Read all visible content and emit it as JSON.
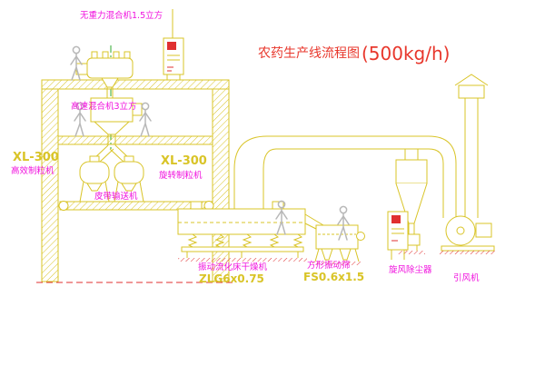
{
  "title": {
    "text": "农药生产线流程图",
    "capacity": "(500kg/h)"
  },
  "equipment_labels": {
    "roof_mixer": "无重力混合机1.5立方",
    "floor_mixer": "高速混合机3立方",
    "granulator_left_model": "XL-300",
    "granulator_left": "高效制粒机",
    "granulator_right_model": "XL-300",
    "granulator_right": "旋转制粒机",
    "belt_conveyor": "皮带输送机",
    "dryer": "振动流化床干燥机",
    "dryer_model": "ZLG6x0.75",
    "sieve": "方形振动筛",
    "sieve_model": "FS0.6x1.5",
    "cyclone": "旋风除尘器",
    "fan": "引风机"
  },
  "colors": {
    "drawing_line": "#d9c427",
    "label_magenta": "#f012de",
    "title_red": "#e8372c",
    "model_yellow": "#d9c427",
    "ground_red": "#e03030",
    "figure_gray": "#b8b8b8",
    "centerline_green": "#2faa2f"
  }
}
